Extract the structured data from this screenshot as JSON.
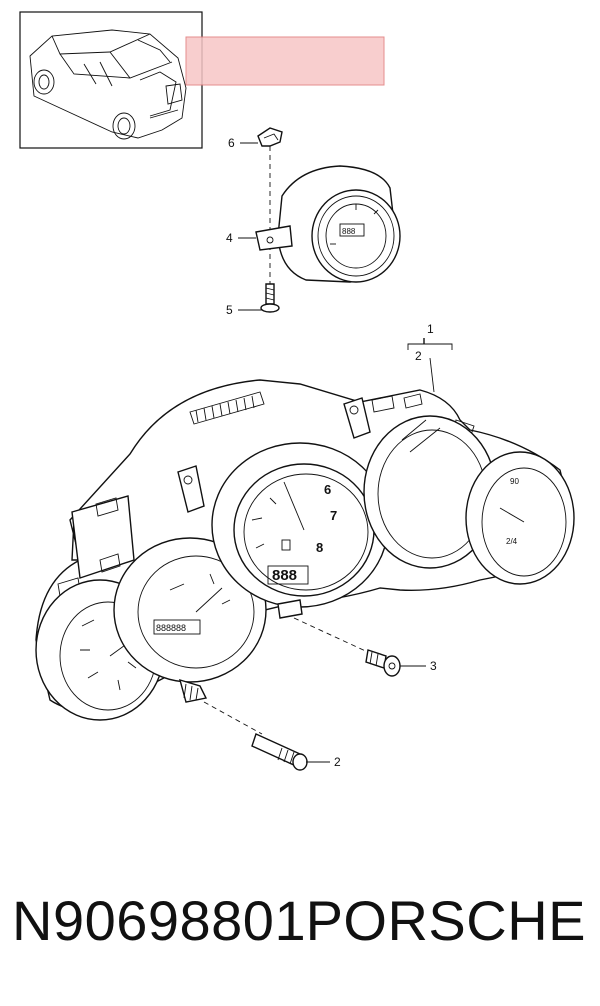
{
  "diagram": {
    "callouts": [
      "1",
      "2",
      "3",
      "4",
      "5",
      "6",
      "2"
    ],
    "highlight_color": "#f3b3b3",
    "gauge_text": {
      "small_gauge_display": "888",
      "main_display": "888",
      "tach_6": "6",
      "tach_7": "7",
      "tach_8": "8",
      "odometer": "888888",
      "right_gauge_label": "90",
      "right_gauge_fuel": "2/4"
    }
  },
  "footer": {
    "part_number": "N90698801",
    "brand": "PORSCHE"
  }
}
